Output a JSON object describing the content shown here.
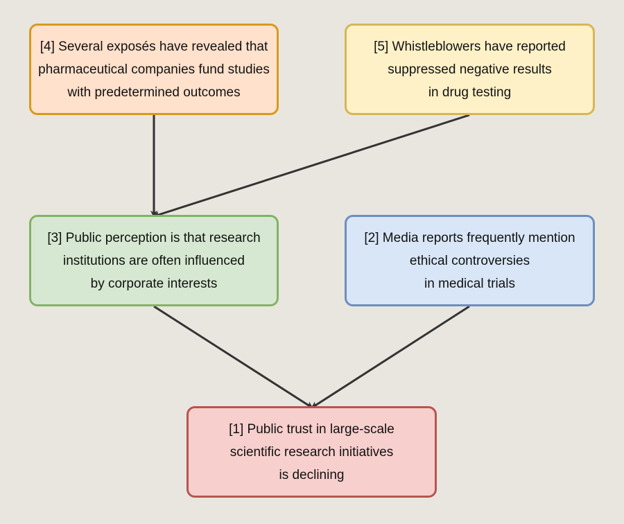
{
  "colors": {
    "background": "#e9e6e0",
    "edge": "#333333"
  },
  "nodes": [
    {
      "id": "4",
      "lines": [
        "[4] Several exposés have revealed that",
        "pharmaceutical companies fund studies",
        "with predetermined outcomes"
      ],
      "fill": "#ffe1cc",
      "stroke": "#d89a1a"
    },
    {
      "id": "5",
      "lines": [
        "[5] Whistleblowers have reported",
        "suppressed negative results",
        "in drug testing"
      ],
      "fill": "#fff1c7",
      "stroke": "#d6b655"
    },
    {
      "id": "3",
      "lines": [
        "[3] Public perception is that research",
        "institutions are often influenced",
        "by corporate interests"
      ],
      "fill": "#d6e8d1",
      "stroke": "#82b366"
    },
    {
      "id": "2",
      "lines": [
        "[2] Media reports frequently mention",
        "ethical controversies",
        "in medical trials"
      ],
      "fill": "#d8e6f7",
      "stroke": "#6c8ebf"
    },
    {
      "id": "1",
      "lines": [
        "[1] Public trust in large-scale",
        "scientific research initiatives",
        "is declining"
      ],
      "fill": "#f7cfcd",
      "stroke": "#b85450"
    }
  ],
  "edges": [
    {
      "from": "4",
      "to": "3"
    },
    {
      "from": "5",
      "to": "3"
    },
    {
      "from": "3",
      "to": "1"
    },
    {
      "from": "2",
      "to": "1"
    }
  ]
}
